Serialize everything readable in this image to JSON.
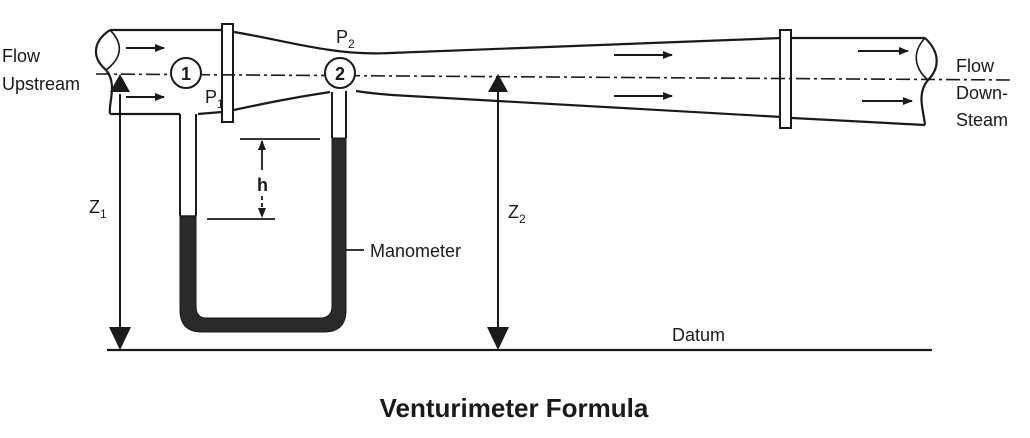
{
  "labels": {
    "flow_upstream_line1": "Flow",
    "flow_upstream_line2": "Upstream",
    "flow_downstream_line1": "Flow",
    "flow_downstream_line2": "Down-",
    "flow_downstream_line3": "Steam",
    "section1": "1",
    "section2": "2",
    "p1_main": "P",
    "p1_sub": "1",
    "p2_main": "P",
    "p2_sub": "2",
    "h": "h",
    "z1_main": "Z",
    "z1_sub": "1",
    "z2_main": "Z",
    "z2_sub": "2",
    "manometer": "Manometer",
    "datum": "Datum"
  },
  "title": "Venturimeter Formula",
  "colors": {
    "ink": "#1a1a1a",
    "manometer_fluid": "#2a2a2a",
    "background": "#ffffff"
  }
}
